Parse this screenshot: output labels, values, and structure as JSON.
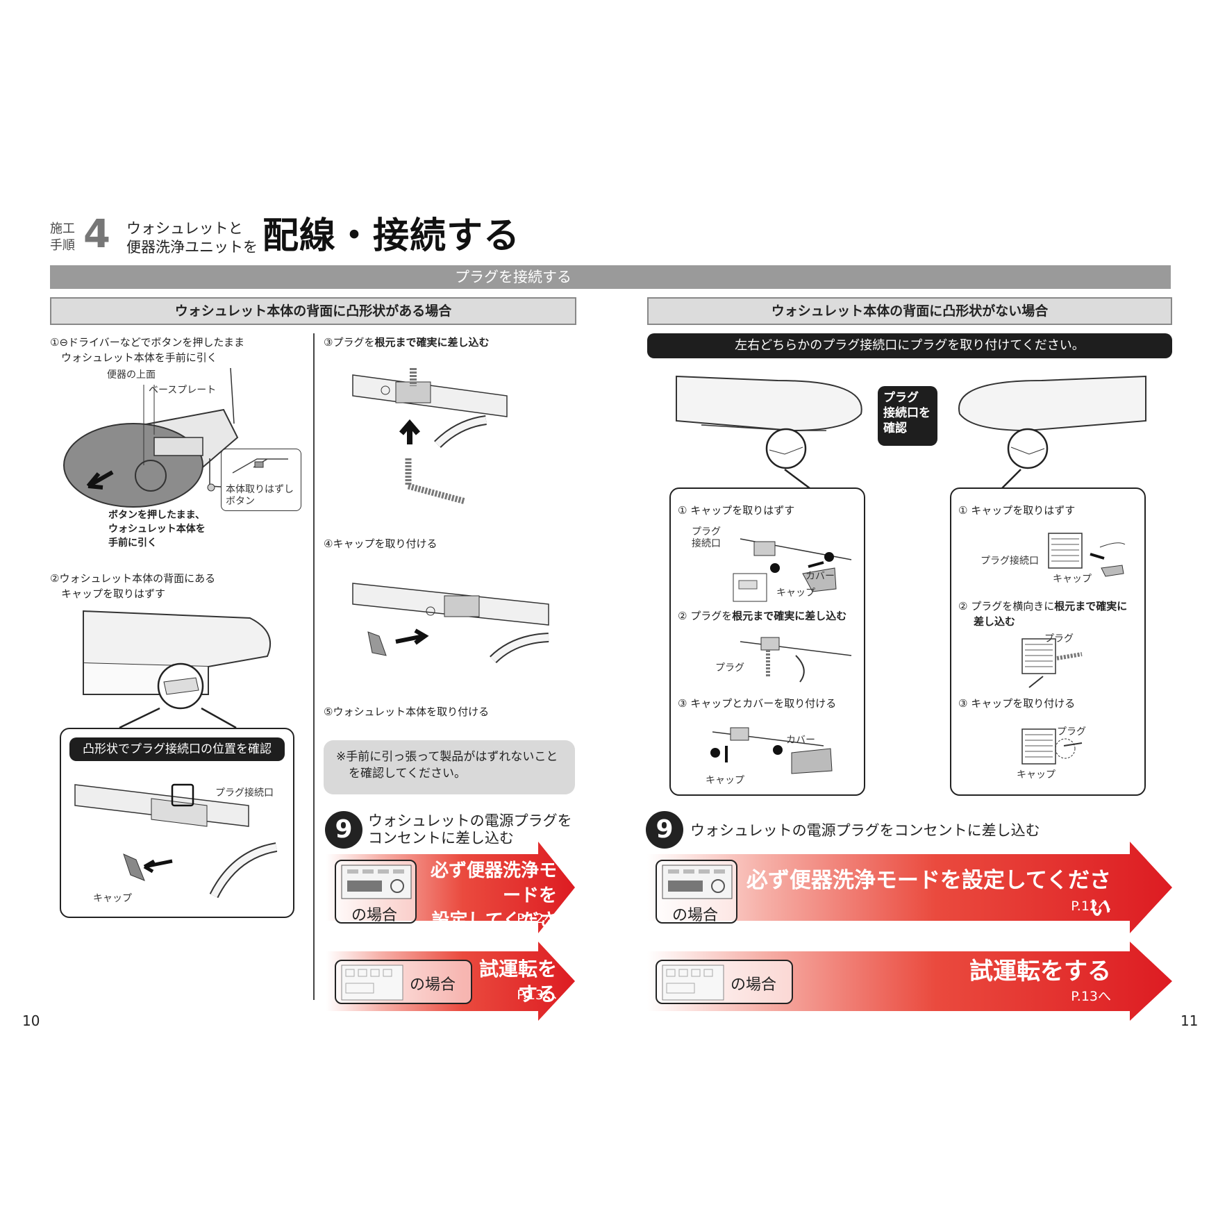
{
  "header": {
    "proc_label": "施工手順",
    "proc_number": "4",
    "subtitle_line1": "ウォシュレットと",
    "subtitle_line2": "便器洗浄ユニットを",
    "title": "配線・接続する",
    "bar": "プラグを接続する"
  },
  "left": {
    "section": "ウォシュレット本体の背面に凸形状がある場合",
    "step1_line1": "①⊖ドライバーなどでボタンを押したまま",
    "step1_line2": "ウォシュレット本体を手前に引く",
    "label_toilet_top": "便器の上面",
    "label_base_plate": "ベースプレート",
    "label_release_btn1": "本体取りはずし",
    "label_release_btn2": "ボタン",
    "caption1_line1": "ボタンを押したまま、",
    "caption1_line2": "ウォシュレット本体を",
    "caption1_line3": "手前に引く",
    "step2_line1": "②ウォシュレット本体の背面にある",
    "step2_line2": "キャップを取りはずす",
    "callout": "凸形状でプラグ接続口の位置を確認",
    "label_plug_port": "プラグ接続口",
    "label_cap": "キャップ",
    "step3_pre": "③プラグを",
    "step3_bold": "根元まで確実に差し込む",
    "step4": "④キャップを取り付ける",
    "step5": "⑤ウォシュレット本体を取り付ける",
    "note_line1": "※手前に引っ張って製品がはずれないこと",
    "note_line2": "を確認してください。",
    "step9_num": "9",
    "step9_line1": "ウォシュレットの電源プラグを",
    "step9_line2": "コンセントに差し込む",
    "arrow1_line1": "必ず便器洗浄モードを",
    "arrow1_line2": "設定してください",
    "arrow1_ref": "P.12へ",
    "arrow2_text": "試運転をする",
    "arrow2_ref": "P.13へ",
    "case_label": "の場合"
  },
  "right": {
    "section": "ウォシュレット本体の背面に凸形状がない場合",
    "instruction": "左右どちらかのプラグ接続口にプラグを取り付けてください。",
    "check_line1": "プラグ",
    "check_line2": "接続口を",
    "check_line3": "確認",
    "p1_s1": "① キャップを取りはずす",
    "p1_plug1": "プラグ",
    "p1_plug2": "接続口",
    "p1_cover": "カバー",
    "p1_cap": "キャップ",
    "p1_s2_pre": "② プラグを",
    "p1_s2_bold": "根元まで確実に差し込む",
    "p1_plug": "プラグ",
    "p1_s3": "③ キャップとカバーを取り付ける",
    "p1_cover2": "カバー",
    "p1_cap2": "キャップ",
    "p2_s1": "① キャップを取りはずす",
    "p2_port": "プラグ接続口",
    "p2_cap": "キャップ",
    "p2_s2_pre": "② プラグを横向きに",
    "p2_s2_bold": "根元まで確実に",
    "p2_s2_bold2": "差し込む",
    "p2_plug": "プラグ",
    "p2_s3": "③ キャップを取り付ける",
    "p2_plug2": "プラグ",
    "p2_cap2": "キャップ",
    "step9_num": "9",
    "step9_text": "ウォシュレットの電源プラグをコンセントに差し込む",
    "arrow1_text": "必ず便器洗浄モードを設定してください",
    "arrow1_ref": "P.12へ",
    "arrow2_text": "試運転をする",
    "arrow2_ref": "P.13へ",
    "case_label": "の場合"
  },
  "page_left": "10",
  "page_right": "11",
  "colors": {
    "arrow_red": "#e0202a",
    "bar_gray": "#9a9a9a",
    "head_gray": "#dcdcdc"
  }
}
